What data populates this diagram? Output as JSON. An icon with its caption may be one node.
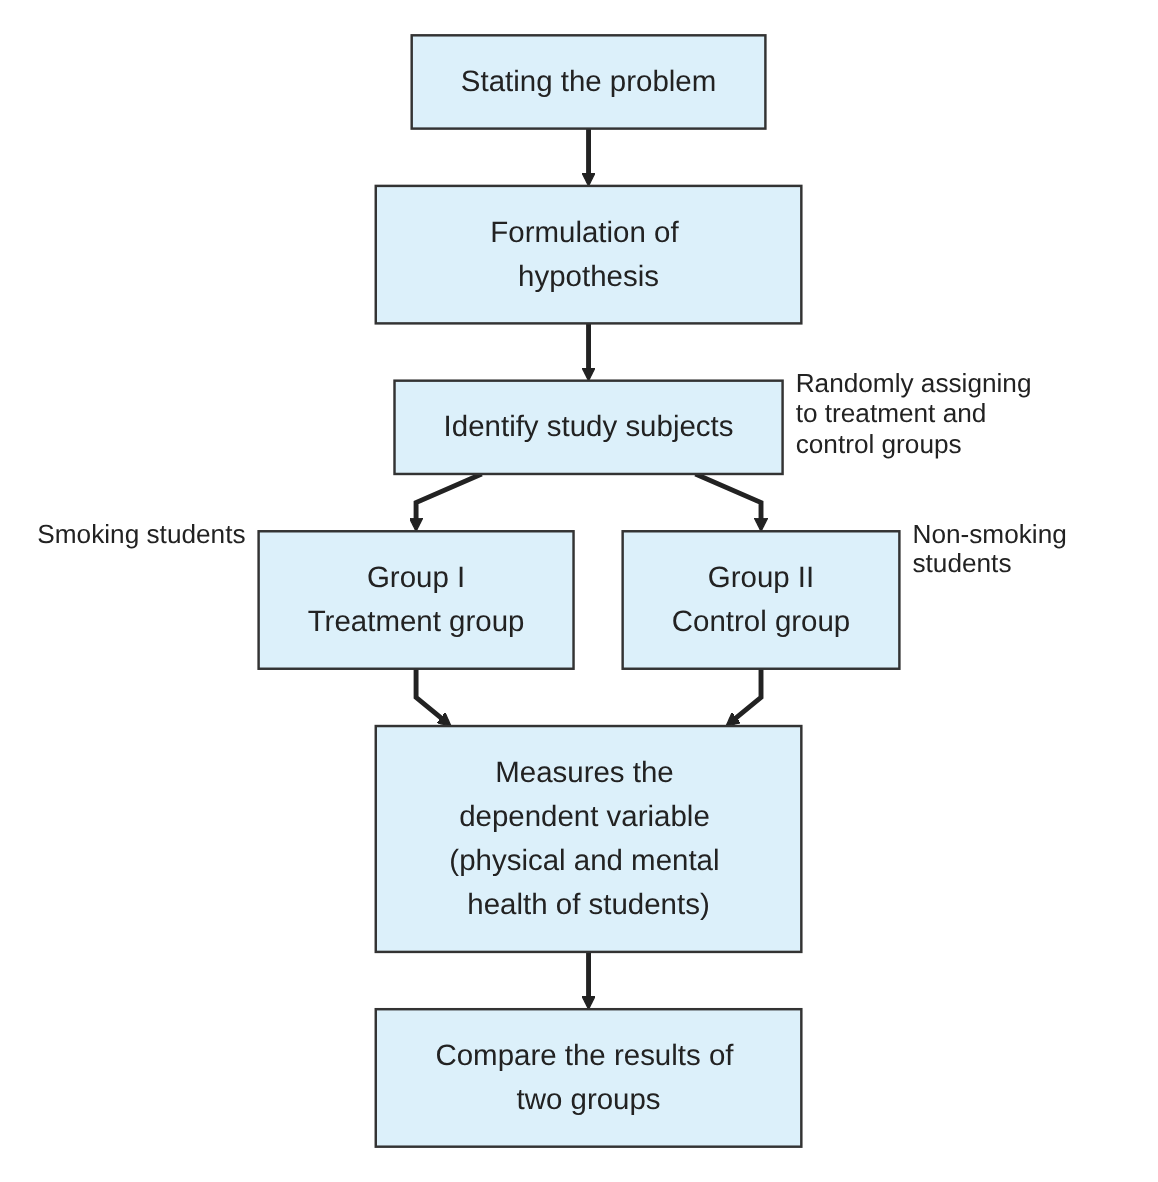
{
  "diagram": {
    "nodes": [
      {
        "text": [
          "Stating the problem"
        ]
      },
      {
        "text": [
          "Formulation of hypothesis"
        ]
      },
      {
        "text": [
          "Identify study subjects"
        ],
        "beside": [
          "Randomly assigning to treatment and control groups"
        ]
      },
      {
        "text": [
          "Group I",
          "Treatment group"
        ],
        "beside": [
          "Smoking students"
        ]
      },
      {
        "text": [
          "Group II",
          "Control group"
        ],
        "beside": [
          "Non-smoking students"
        ]
      },
      {
        "text": [
          "Measures the dependent variable (physical and mental health of students)"
        ]
      },
      {
        "text": [
          "Compare the results of two groups"
        ]
      }
    ],
    "edges": [
      {
        "from": 0,
        "to": 1,
        "arrow": "to"
      },
      {
        "from": 1,
        "to": 2,
        "arrow": "to"
      },
      {
        "from": 2,
        "to": 3,
        "arrow": "to"
      },
      {
        "from": 2,
        "to": 4,
        "arrow": "to"
      },
      {
        "from": 3,
        "to": 5,
        "arrow": "to"
      },
      {
        "from": 4,
        "to": 5,
        "arrow": "to"
      },
      {
        "from": 5,
        "to": 6,
        "arrow": "to"
      }
    ]
  }
}
